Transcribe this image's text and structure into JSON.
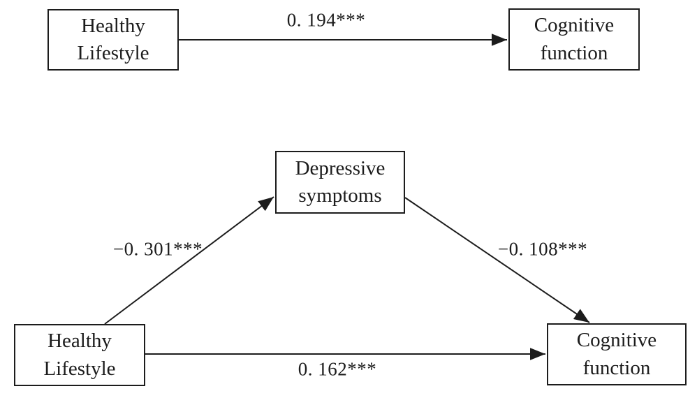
{
  "figure": {
    "background_color": "#ffffff",
    "stroke_color": "#1c1c1c",
    "text_color": "#1c1c1c",
    "total_effect_model": {
      "predictor": {
        "line1": "Healthy",
        "line2": "Lifestyle"
      },
      "outcome": {
        "line1": "Cognitive",
        "line2": "function"
      },
      "edges": {
        "total_path": {
          "label": "0. 194***"
        }
      }
    },
    "mediation_model": {
      "predictor": {
        "line1": "Healthy",
        "line2": "Lifestyle"
      },
      "mediator": {
        "line1": "Depressive",
        "line2": "symptoms"
      },
      "outcome": {
        "line1": "Cognitive",
        "line2": "function"
      },
      "edges": {
        "a_path": {
          "label": "−0. 301***"
        },
        "b_path": {
          "label": "−0. 108***"
        },
        "direct_path": {
          "label": "0. 162***"
        }
      }
    }
  }
}
